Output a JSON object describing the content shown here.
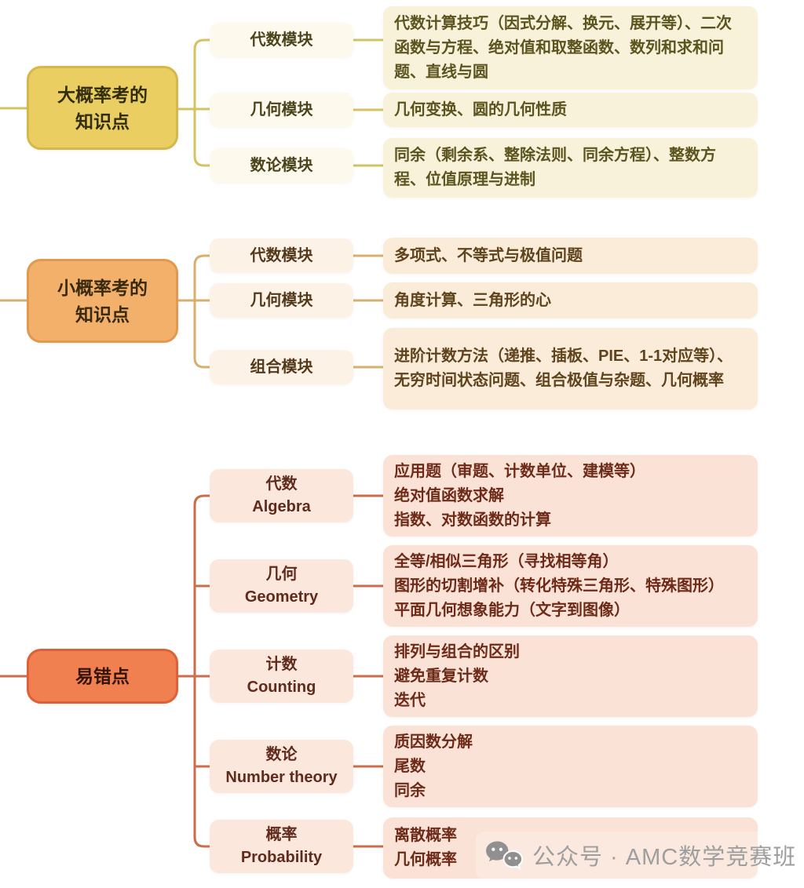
{
  "palette": {
    "background": "#ffffff",
    "b1-line": "#d6c160",
    "b1-root-fill": "#eace62",
    "b1-root-border": "#d4b84c",
    "b1-root-text": "#322d0e",
    "b1-child-fill": "#fdf9ec",
    "b1-child-text": "#4a431c",
    "b1-detail-fill": "#f8f2da",
    "b1-detail-text": "#5c541f",
    "b2-line": "#d9af6e",
    "b2-root-fill": "#f2b06a",
    "b2-root-border": "#e0994e",
    "b2-root-text": "#39290f",
    "b2-child-fill": "#fdf2e6",
    "b2-child-text": "#53391b",
    "b2-detail-fill": "#faecd9",
    "b2-detail-text": "#5e431c",
    "b3-line": "#cd6c4a",
    "b3-root-fill": "#f08050",
    "b3-root-border": "#dd6038",
    "b3-root-text": "#33130a",
    "b3-child-fill": "#fbe7db",
    "b3-child-text": "#5e2b1d",
    "b3-detail-fill": "#fae3d6",
    "b3-detail-text": "#6d2a19",
    "watermark-text": "#9e9e9e",
    "watermark-icon": "#909090"
  },
  "branches": [
    {
      "id": "high-probability",
      "root": "大概率考的\n知识点",
      "children": [
        {
          "label": "代数模块",
          "detail": "代数计算技巧（因式分解、换元、展开等）、二次函数与方程、绝对值和取整函数、数列和求和问题、直线与圆"
        },
        {
          "label": "几何模块",
          "detail": "几何变换、圆的几何性质"
        },
        {
          "label": "数论模块",
          "detail": "同余（剩余系、整除法则、同余方程）、整数方程、位值原理与进制"
        }
      ]
    },
    {
      "id": "low-probability",
      "root": "小概率考的\n知识点",
      "children": [
        {
          "label": "代数模块",
          "detail": "多项式、不等式与极值问题"
        },
        {
          "label": "几何模块",
          "detail": "角度计算、三角形的心"
        },
        {
          "label": "组合模块",
          "detail": "进阶计数方法（递推、插板、PIE、1-1对应等）、无穷时间状态问题、组合极值与杂题、几何概率"
        }
      ]
    },
    {
      "id": "error-prone",
      "root": "易错点",
      "children": [
        {
          "label": "代数\nAlgebra",
          "detail": "应用题（审题、计数单位、建模等）\n绝对值函数求解\n指数、对数函数的计算"
        },
        {
          "label": "几何\nGeometry",
          "detail": "全等/相似三角形（寻找相等角）\n图形的切割增补（转化特殊三角形、特殊图形）\n平面几何想象能力（文字到图像）"
        },
        {
          "label": "计数\nCounting",
          "detail": "排列与组合的区别\n避免重复计数\n迭代"
        },
        {
          "label": "数论\nNumber theory",
          "detail": "质因数分解\n尾数\n同余"
        },
        {
          "label": "概率\nProbability",
          "detail": "离散概率\n几何概率"
        }
      ]
    }
  ],
  "watermark": {
    "icon": "wechat-icon",
    "text": "公众号 · AMC数学竞赛班"
  }
}
